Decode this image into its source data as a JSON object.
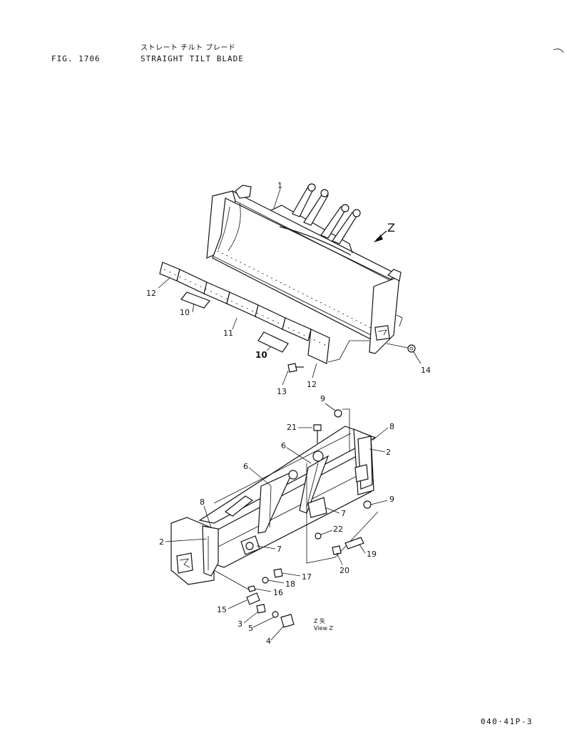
{
  "header": {
    "fig_label": "FIG. 1706",
    "title_jp": "ストレート チルト ブレード",
    "title_en": "STRAIGHT TILT BLADE"
  },
  "view_arrow_label": "Z",
  "view_caption": {
    "line1": "Z 矢",
    "line2": "View Z"
  },
  "callouts": [
    "1",
    "12",
    "10",
    "11",
    "10",
    "13",
    "12",
    "14",
    "9",
    "21",
    "8",
    "6",
    "2",
    "6",
    "9",
    "7",
    "8",
    "2",
    "22",
    "7",
    "19",
    "20",
    "17",
    "18",
    "16",
    "15",
    "3",
    "5",
    "4"
  ],
  "page_code": "040·41P-3"
}
